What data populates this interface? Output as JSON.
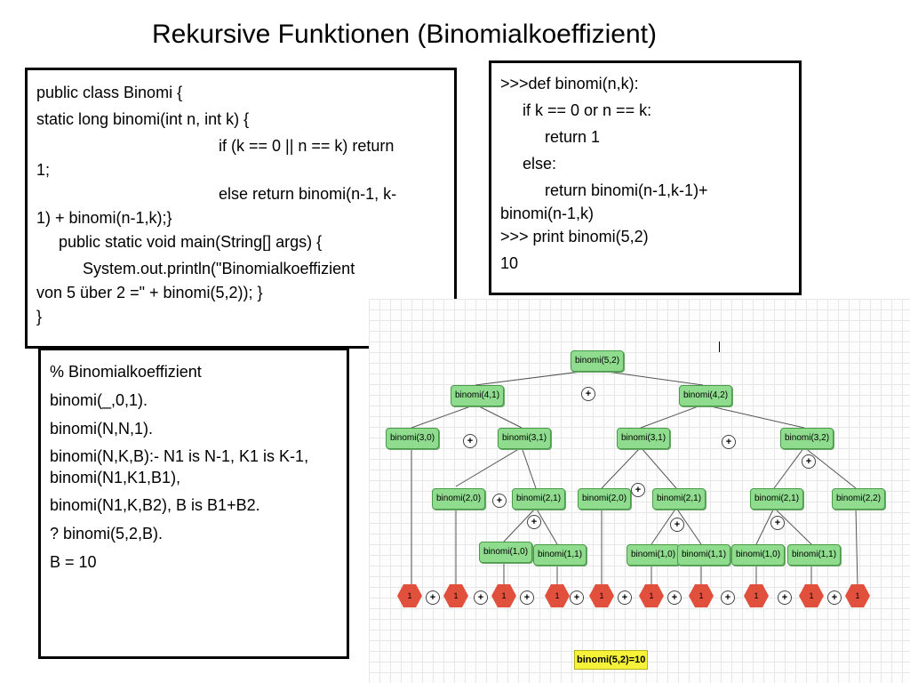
{
  "title": "Rekursive Funktionen (Binomialkoeffizient)",
  "java": {
    "l1": "public class Binomi {",
    "l2": "static long binomi(int n, int k) {",
    "l3a": "if (k == 0 || n == k) return",
    "l3b": "1;",
    "l4a": "else return binomi(n-1, k-",
    "l4b": "1) + binomi(n-1,k);}",
    "l5": "public static void main(String[] args) {",
    "l6a": "System.out.println(\"Binomialkoeffizient",
    "l6b": "von 5 über 2 =\" + binomi(5,2)); }",
    "l7": "}"
  },
  "python": {
    "l1": ">>>def binomi(n,k):",
    "l2": "if k == 0 or n == k:",
    "l3": "return 1",
    "l4": "else:",
    "l5a": "return binomi(n-1,k-1)+",
    "l5b": "binomi(n-1,k)",
    "l6": ">>> print binomi(5,2)",
    "l7": "10"
  },
  "prolog": {
    "l1": "% Binomialkoeffizient",
    "l2": "binomi(_,0,1).",
    "l3": "binomi(N,N,1).",
    "l4": "binomi(N,K,B):- N1 is N-1, K1 is K-1, binomi(N1,K1,B1),",
    "l5": "binomi(N1,K,B2), B is B1+B2.",
    "l6": "? binomi(5,2,B).",
    "l7": "B = 10"
  },
  "tree": {
    "n52": "binomi(5,2)",
    "n41": "binomi(4,1)",
    "n42": "binomi(4,2)",
    "n30": "binomi(3,0)",
    "n31a": "binomi(3,1)",
    "n31b": "binomi(3,1)",
    "n32": "binomi(3,2)",
    "n20a": "binomi(2,0)",
    "n21a": "binomi(2,1)",
    "n20b": "binomi(2,0)",
    "n21b": "binomi(2,1)",
    "n21c": "binomi(2,1)",
    "n22": "binomi(2,2)",
    "n10a": "binomi(1,0)",
    "n11a": "binomi(1,1)",
    "n10b": "binomi(1,0)",
    "n11b": "binomi(1,1)",
    "n10c": "binomi(1,0)",
    "n11c": "binomi(1,1)",
    "leaf": "1",
    "plus": "+",
    "result": "binomi(5,2)=10"
  },
  "colors": {
    "node": "#8fdc8f",
    "leaf": "#e0503c",
    "result": "#f6f23a"
  }
}
